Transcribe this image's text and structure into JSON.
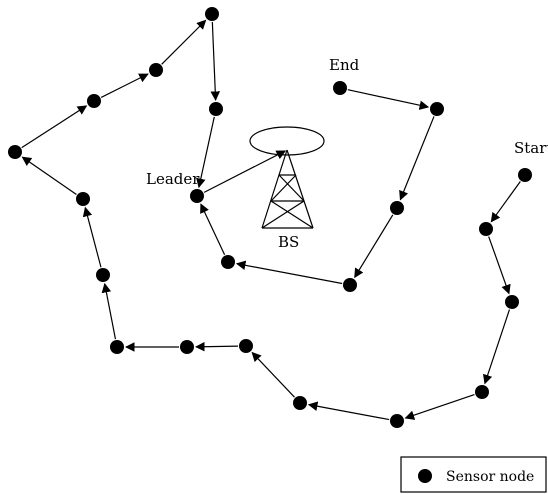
{
  "labels": {
    "leader": "Leader",
    "bs": "BS",
    "start": "Start",
    "end": "End"
  },
  "legend": {
    "label": "Sensor node"
  },
  "colors": {
    "node": "#000000",
    "edge": "#000000",
    "background": "#ffffff"
  },
  "icons": {
    "base_station": "radio-tower-icon",
    "node": "filled-circle"
  },
  "graph": {
    "node_ids": [
      "start",
      "n1",
      "n2",
      "n3",
      "n4",
      "n5",
      "n6",
      "n7",
      "n8",
      "n9",
      "n10",
      "n11",
      "n12",
      "n13",
      "n14",
      "n15",
      "n16",
      "n17",
      "n18",
      "leader",
      "bs",
      "end",
      "n19",
      "n20",
      "n21",
      "n22"
    ],
    "edges": [
      [
        "start",
        "n1"
      ],
      [
        "n1",
        "n2"
      ],
      [
        "n2",
        "n3"
      ],
      [
        "n3",
        "n4"
      ],
      [
        "n4",
        "n5"
      ],
      [
        "n5",
        "n6"
      ],
      [
        "n6",
        "n7"
      ],
      [
        "n7",
        "n8"
      ],
      [
        "n8",
        "n9"
      ],
      [
        "n9",
        "n10"
      ],
      [
        "n10",
        "n11"
      ],
      [
        "n11",
        "n12"
      ],
      [
        "n12",
        "n13"
      ],
      [
        "n13",
        "n14"
      ],
      [
        "n14",
        "n15"
      ],
      [
        "n15",
        "n16"
      ],
      [
        "n16",
        "n17"
      ],
      [
        "n17",
        "n18"
      ],
      [
        "n18",
        "leader"
      ],
      [
        "leader",
        "bs"
      ],
      [
        "end",
        "n19"
      ],
      [
        "n19",
        "n20"
      ],
      [
        "n20",
        "n21"
      ],
      [
        "n21",
        "n22"
      ],
      [
        "n22",
        "n10"
      ],
      [
        "n10",
        "n11"
      ]
    ]
  }
}
